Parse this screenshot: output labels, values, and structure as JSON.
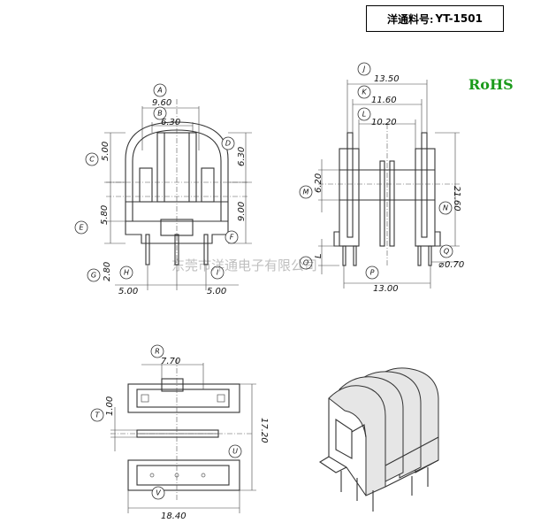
{
  "title": {
    "label": "洋通料号:",
    "part_number": "YT-1501"
  },
  "badge": "RoHS",
  "watermark": "东莞市洋通电子有限公司",
  "front_view": {
    "dims": [
      {
        "id": "A",
        "value": "9.60"
      },
      {
        "id": "B",
        "value": "6.30"
      },
      {
        "id": "C",
        "value": "5.00"
      },
      {
        "id": "D",
        "value": "6.30"
      },
      {
        "id": "E",
        "value": "5.80"
      },
      {
        "id": "F",
        "value": "9.00"
      },
      {
        "id": "G",
        "value": "2.80"
      },
      {
        "id": "H",
        "value": "5.00"
      },
      {
        "id": "I",
        "value": "5.00"
      }
    ]
  },
  "side_view": {
    "dims": [
      {
        "id": "J",
        "value": "13.50"
      },
      {
        "id": "K",
        "value": "11.60"
      },
      {
        "id": "L",
        "value": "10.20"
      },
      {
        "id": "M",
        "value": "6.20"
      },
      {
        "id": "N",
        "value": "21.60"
      },
      {
        "id": "O",
        "value": "L"
      },
      {
        "id": "P",
        "value": "13.00"
      },
      {
        "id": "Q",
        "value": "0.70"
      }
    ]
  },
  "top_view": {
    "dims": [
      {
        "id": "R",
        "value": "7.70"
      },
      {
        "id": "T",
        "value": "1.00"
      },
      {
        "id": "U",
        "value": "17.20"
      },
      {
        "id": "V",
        "value": "18.40"
      }
    ]
  }
}
